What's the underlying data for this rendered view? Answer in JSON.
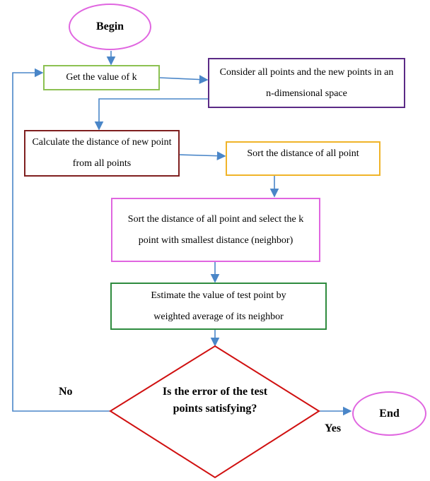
{
  "flowchart": {
    "begin": "Begin",
    "get_k": "Get the value of k",
    "consider": "Consider all points and the new points in an n-dimensional space",
    "calculate": "Calculate the distance of new point from all points",
    "sort": "Sort the distance of all point",
    "select": "Sort the distance of all point and select the k point with smallest distance (neighbor)",
    "estimate": "Estimate the value of test point by weighted average of its neighbor",
    "decision": "Is the error of the test points satisfying?",
    "end": "End",
    "no_label": "No",
    "yes_label": "Yes"
  },
  "colors": {
    "arrow": "#4a86c8",
    "begin_end": "#e066e0",
    "get_k": "#8cc152",
    "consider": "#5b2a86",
    "calculate": "#7f1f1f",
    "sort": "#f0b429",
    "select": "#e066e0",
    "estimate": "#2e8b3e",
    "decision": "#d01010"
  }
}
